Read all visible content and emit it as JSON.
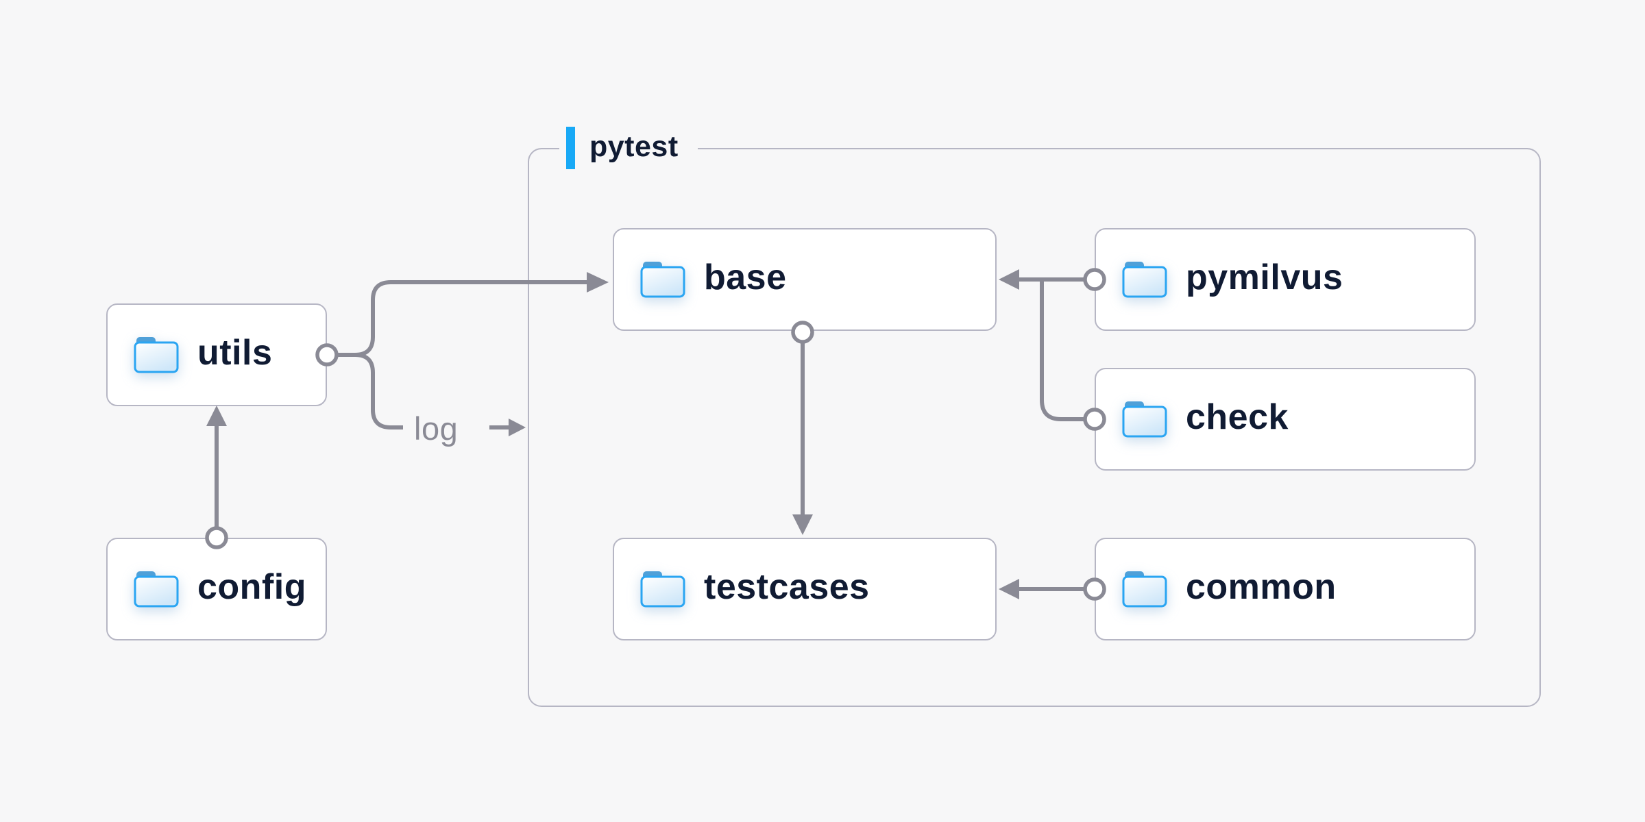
{
  "diagram": {
    "group": {
      "label": "pytest"
    },
    "nodes": {
      "utils": {
        "label": "utils"
      },
      "config": {
        "label": "config"
      },
      "base": {
        "label": "base"
      },
      "pymilvus": {
        "label": "pymilvus"
      },
      "check": {
        "label": "check"
      },
      "testcases": {
        "label": "testcases"
      },
      "common": {
        "label": "common"
      }
    },
    "edge_labels": {
      "log": "log"
    },
    "edges": [
      {
        "from": "config",
        "to": "utils",
        "label": ""
      },
      {
        "from": "utils",
        "to": "base",
        "label": ""
      },
      {
        "from": "utils",
        "to": "pytest",
        "label": "log"
      },
      {
        "from": "pymilvus",
        "to": "base",
        "label": ""
      },
      {
        "from": "check",
        "to": "base",
        "label": ""
      },
      {
        "from": "base",
        "to": "testcases",
        "label": ""
      },
      {
        "from": "common",
        "to": "testcases",
        "label": ""
      }
    ],
    "colors": {
      "page_bg": "#f7f7f8",
      "box_fill": "#ffffff",
      "box_border": "#b6b6c4",
      "connector": "#8a8a95",
      "accent_blue": "#18a9f6",
      "folder_stroke": "#2aa5f2",
      "folder_tab": "#4fa0d8",
      "text_dark": "#101b33",
      "text_muted": "#8a8a95"
    }
  }
}
